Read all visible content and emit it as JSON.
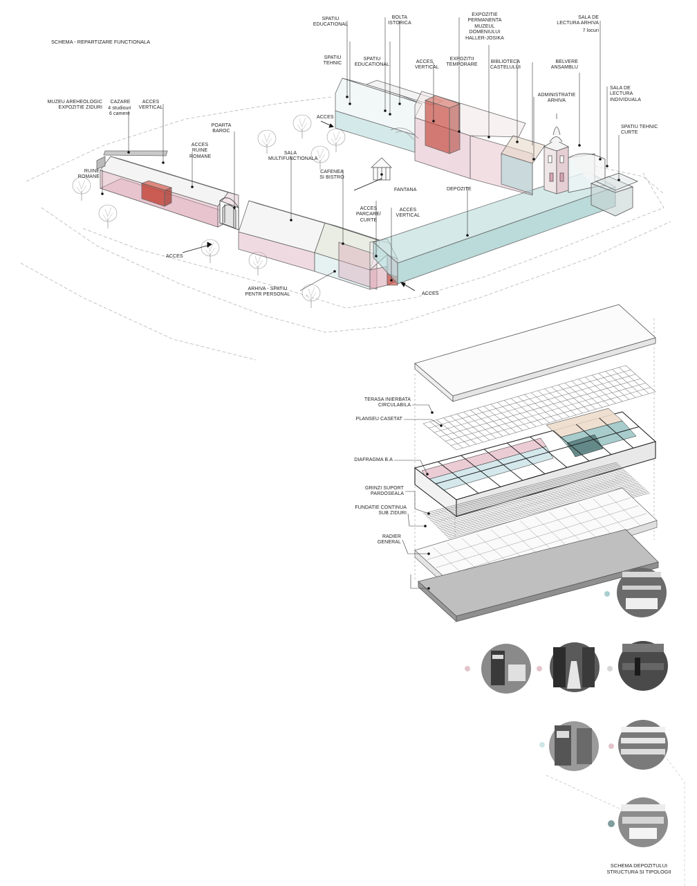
{
  "page": {
    "title_top": "SCHEMA - REPARTIZARE FUNCTIONALA",
    "title_bottom": "SCHEMA DEPOZITULUI\nSTRUCTURA SI TIPOLOGII"
  },
  "labels": {
    "spatiu_educational_1": "SPATIU\nEDUCATIONAL",
    "bolta_istorica": "BOLTA\nISTORICA",
    "expozitie_permanenta": "EXPOZITIE\nPERMANENTA\nMUZEUL\nDOMENIULUI\nHALLER-JOSIKA",
    "sala_lectura_arhiva": "SALA  DE\nLECTURA ARHIVA",
    "sala_lectura_locuri": "7 locuri",
    "spatiu_tehnic": "SPATIU\nTEHNIC",
    "spatiu_educational_2": "SPATIU\nEDUCATIONAL",
    "acces_vertical_1": "ACCES\nVERTICAL",
    "expozitii_temporare": "EXPOZITII\nTEMPORARE",
    "biblioteca": "BIBLIOTECA\nCASTELULUI",
    "belvere": "BELVERE\nANSAMBLU",
    "sala_lectura_individuala": "SALA  DE\nLECTURA\nINDIVIDUALA",
    "administratie": "ADMINISTRATIE\nARHIVA",
    "spatiu_tehnic_curte": "SPATIU TEHNIC\nCURTE",
    "muzeu": "MUZEU AREHEOLOGIC\nEXPOZITIE ZIDURI",
    "cazare": "CAZARE",
    "cazare_detail": "4 studiouri\n6 camere",
    "acces_vertical_2": "ACCES\nVERTICAL",
    "acces_arrow_top": "ACCES",
    "poarta": "POARTA\nBAROC",
    "acces_ruine": "ACCES\nRUINE\nROMANE",
    "sala_multi": "SALA\nMULTIFUNCTIONALA",
    "ruine": "RUINE\nROMANE",
    "cafenea": "CAFENEA\nSI  BISTRO",
    "fantana": "FANTANA",
    "depozite": "DEPOZITE",
    "acces_parcare": "ACCES\nPARCARE/\nCURTE",
    "acces_vertical_3": "ACCES\nVERTICAL",
    "acces_left": "ACCES",
    "arhiva_spatiu": "ARHIVA - SPATIU\nPENTR PERSONAL",
    "acces_bottom": "ACCES"
  },
  "layers": {
    "terasa": "TERASA INIERBATA\nCIRCULABILA",
    "planseu": "PLANSEU  CASETAT",
    "diafragma": "DIAFRAGMA B.A",
    "grinzi": "GRINZI SUPORT\nPARDOSEALA",
    "fundatie": "FUNDATIE CONTINUA\nSUB ZIDURI",
    "radier": "RADIER\nGENERAL"
  },
  "colors": {
    "pink": "#d9a3b3",
    "red": "#c0392b",
    "teal": "#a9d3d3",
    "teal_dark": "#5f8585",
    "beige": "#e6d5c5",
    "sage": "#c8d0b8",
    "line": "#555555"
  }
}
